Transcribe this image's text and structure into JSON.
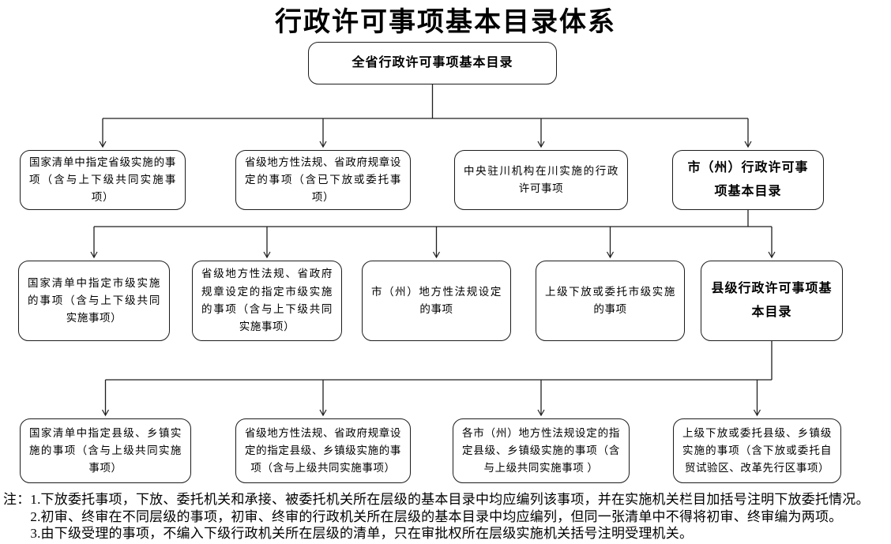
{
  "title": "行政许可事项基本目录体系",
  "nodes": {
    "root": {
      "label": "全省行政许可事项基本目录"
    },
    "level2": [
      {
        "label": "国家清单中指定省级实施的事项（含与上下级共同实施事项）"
      },
      {
        "label": "省级地方性法规、省政府规章设定的事项（含已下放或委托事项）"
      },
      {
        "label": "中央驻川机构在川实施的行政许可事项"
      },
      {
        "label": "市（州）行政许可事项基本目录"
      }
    ],
    "level3": [
      {
        "label": "国家清单中指定市级实施的事项（含与上下级共同实施事项）"
      },
      {
        "label": "省级地方性法规、省政府规章设定的指定市级实施的事项（含与上下级共同实施事项）"
      },
      {
        "label": "市（州）地方性法规设定的事项"
      },
      {
        "label": "上级下放或委托市级实施的事项"
      },
      {
        "label": "县级行政许可事项基本目录"
      }
    ],
    "level4": [
      {
        "label": "国家清单中指定县级、乡镇实施的事项（含与上级共同实施事项）"
      },
      {
        "label": "省级地方性法规、省政府规章设定的指定县级、乡镇级实施的事项（含与上级共同实施事项）"
      },
      {
        "label": "各市（州）地方性法规设定的指定县级、乡镇级实施的事项（含与上级共同实施事项 ）"
      },
      {
        "label": "上级下放或委托县级、乡镇级实施的事项（含下放或委托自贸试验区、改革先行区事项）"
      }
    ]
  },
  "notes": {
    "prefix": "注：",
    "items": [
      "1.下放委托事项，下放、委托机关和承接、被委托机关所在层级的基本目录中均应编列该事项，并在实施机关栏目加括号注明下放委托情况。",
      "2.初审、终审在不同层级的事项，初审、终审的行政机关所在层级的基本目录中均应编列，但同一张清单中不得将初审、终审编为两项。",
      "3.由下级受理的事项，不编入下级行政机关所在层级的清单，只在审批权所在层级实施机关括号注明受理机关。"
    ]
  },
  "colors": {
    "ink": "#1f1f1f",
    "background": "#ffffff"
  }
}
